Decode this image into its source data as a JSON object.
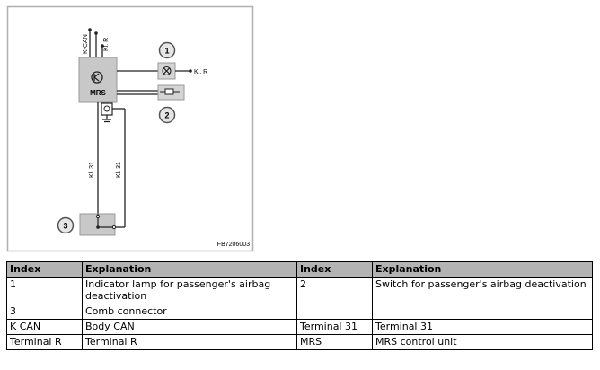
{
  "diagram": {
    "labels": {
      "k_can": "K-CAN",
      "kl_r_top": "Kl. R",
      "kl_r_lamp": "Kl. R",
      "mrs": "MRS",
      "kl31_left": "Kl. 31",
      "kl31_right": "Kl. 31",
      "code": "FB7206003"
    },
    "callouts": [
      "1",
      "2",
      "3"
    ],
    "colors": {
      "component_fill": "#c8c8c8",
      "frame": "#b0b0b0",
      "wire": "#222222"
    }
  },
  "legend": {
    "headers": [
      "Index",
      "Explanation",
      "Index",
      "Explanation"
    ],
    "rows": [
      [
        "1",
        "Indicator lamp for passenger's airbag deactivation",
        "2",
        "Switch for passenger's airbag deactivation"
      ],
      [
        "3",
        "Comb connector",
        "",
        ""
      ],
      [
        "K CAN",
        "Body CAN",
        "Terminal 31",
        "Terminal 31"
      ],
      [
        "Terminal R",
        "Terminal R",
        "MRS",
        "MRS control unit"
      ]
    ]
  }
}
